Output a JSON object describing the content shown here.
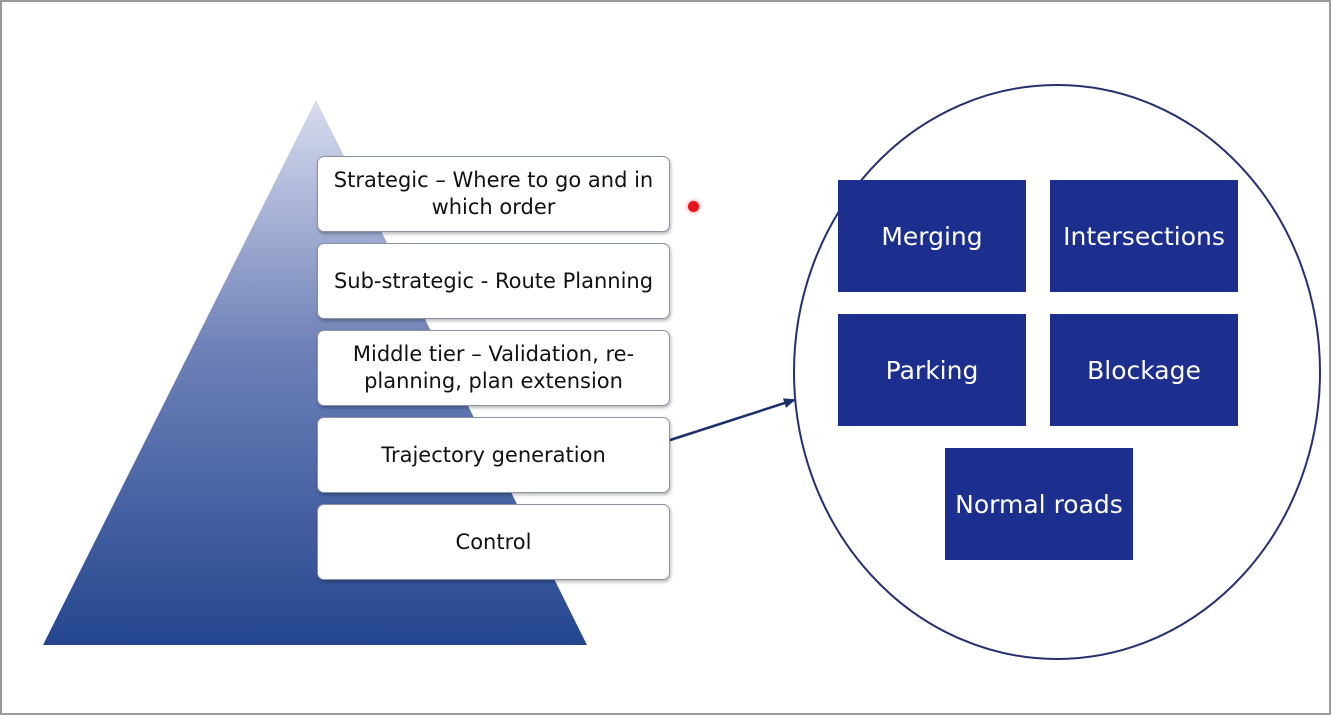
{
  "tiers": [
    {
      "label": "Strategic – Where to go and in which order"
    },
    {
      "label": "Sub-strategic - Route Planning"
    },
    {
      "label": "Middle tier – Validation, re-planning, plan extension"
    },
    {
      "label": "Trajectory generation"
    },
    {
      "label": "Control"
    }
  ],
  "scenarios": [
    {
      "label": "Merging"
    },
    {
      "label": "Intersections"
    },
    {
      "label": "Parking"
    },
    {
      "label": "Blockage"
    },
    {
      "label": "Normal roads"
    }
  ],
  "colors": {
    "pyramid_top": "#d8dcee",
    "pyramid_mid": "#6f82b8",
    "pyramid_bottom": "#24468f",
    "scenario_fill": "#1c2f8f",
    "arrow": "#1a2f6b",
    "ellipse_stroke": "#23316f",
    "pointer_dot": "#e8141a"
  }
}
